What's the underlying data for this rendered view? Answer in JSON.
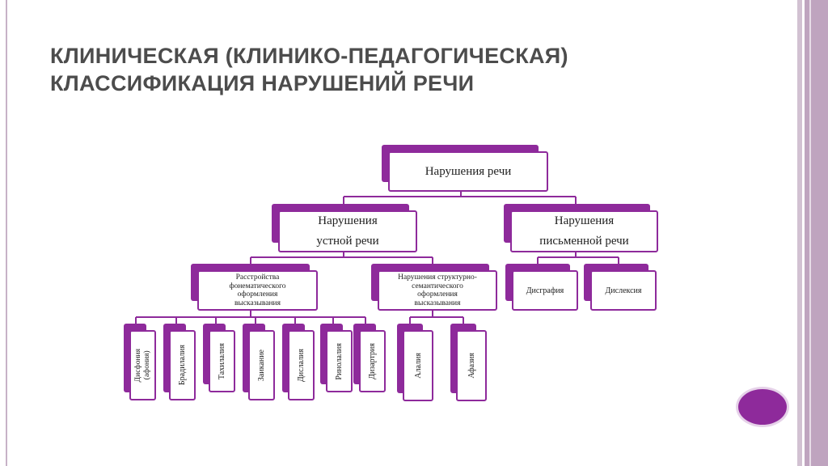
{
  "title": {
    "line1": "КЛИНИЧЕСКАЯ (КЛИНИКО-ПЕДАГОГИЧЕСКАЯ)",
    "line2": "КЛАССИФИКАЦИЯ НАРУШЕНИЙ РЕЧИ"
  },
  "colors": {
    "accent": "#8e2a9b",
    "title": "#4c4c4c",
    "rail": "#bfa4bf"
  },
  "diagram": {
    "root": "Нарушения речи",
    "oral": "Нарушения\nустной речи",
    "written": "Нарушения\nписьменной речи",
    "phonation": "Расстройства\nфонематического\nоформления\nвысказывания",
    "structural": "Нарушения структурно-\nсемантического\nоформления\nвысказывания",
    "dysgraphia": "Дисграфия",
    "dyslexia": "Дислексия",
    "leaf1": "Дисфония\n(афония)",
    "leaf2": "Брадилалия",
    "leaf3": "Тахилалия",
    "leaf4": "Заикание",
    "leaf5": "Дислалия",
    "leaf6": "Ринолалия",
    "leaf7": "Дизартрия",
    "leaf8": "Алалия",
    "leaf9": "Афазия"
  }
}
